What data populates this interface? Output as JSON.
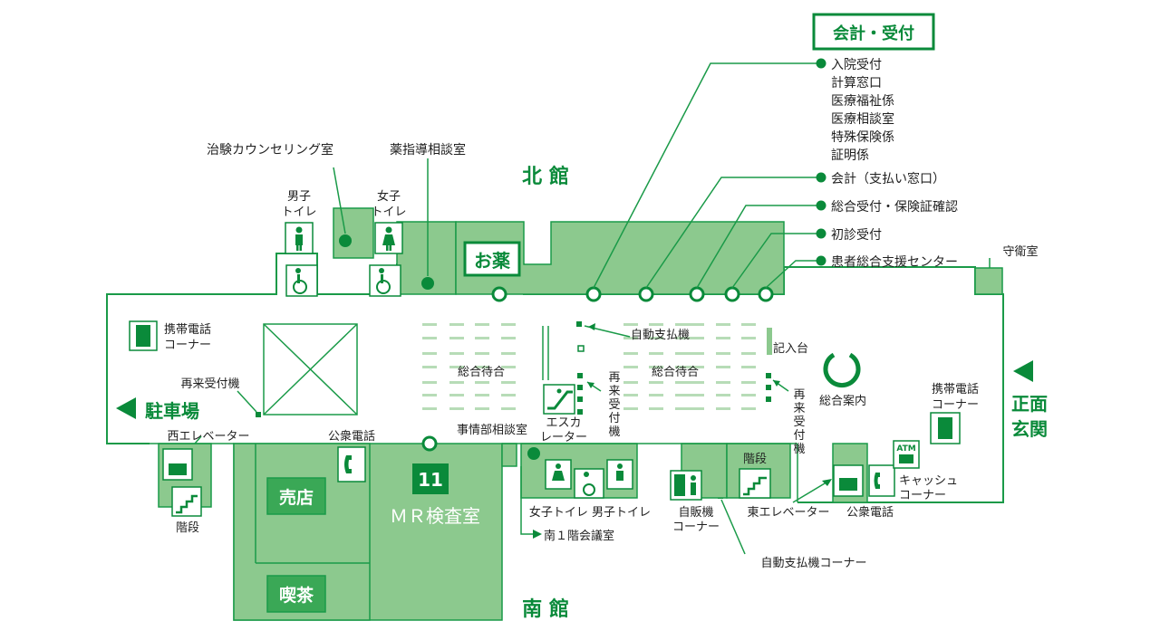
{
  "title_box": "会計・受付",
  "reception_list": {
    "group1": [
      "入院受付",
      "計算窓口",
      "医療福祉係",
      "医療相談室",
      "特殊保険係",
      "証明係"
    ],
    "kaikei": "会計（支払い窓口）",
    "sogo": "総合受付・保険証確認",
    "shoshin": "初診受付",
    "kanja": "患者総合支援センター"
  },
  "buildings": {
    "north": "北 館",
    "south": "南 館"
  },
  "rooms": {
    "chiken": "治験カウンセリング室",
    "yakushido": "薬指導相談室",
    "okusuri": "お薬",
    "shueishitsu": "守衛室",
    "baiten": "売店",
    "kissa": "喫茶",
    "mr_number": "11",
    "mr": "ＭＲ検査室",
    "jijobu": "事情部相談室",
    "minami_kaigi": "南１階会議室",
    "sogo_machiai": "総合待合",
    "kinyudai": "記入台",
    "sogo_annai": "総合案内",
    "shomen_1": "正面",
    "shomen_2": "玄関",
    "chushajo": "駐車場"
  },
  "labels": {
    "male_toilet_1": "男子",
    "male_toilet_2": "トイレ",
    "female_toilet_1": "女子",
    "female_toilet_2": "トイレ",
    "mobile_phone_1": "携帯電話",
    "mobile_phone_2": "コーナー",
    "sairai_left": "再来受付機",
    "sairai_vertical": "再来受付機",
    "nishi_ev": "西エレベーター",
    "kaidan": "階段",
    "koshu_denwa": "公衆電話",
    "jido_shiharai": "自動支払機",
    "esuka_1": "エスカ",
    "esuka_2": "レーター",
    "toilets_south": "女子トイレ 男子トイレ",
    "jihanki_1": "自販機",
    "jihanki_2": "コーナー",
    "higashi_ev": "東エレベーター",
    "cash_1": "キャッシュ",
    "cash_2": "コーナー",
    "atm": "ATM",
    "jido_corner": "自動支払機コーナー"
  },
  "colors": {
    "accent": "#0a8a3a",
    "room": "#8cc98e",
    "room_dark": "#3aa856",
    "wall": "#1a9a48"
  },
  "icons": [
    "male-toilet-icon",
    "female-toilet-icon",
    "wheelchair-icon",
    "elevator-icon",
    "stairs-icon",
    "escalator-icon",
    "phone-icon",
    "mobile-phone-icon",
    "atm-icon",
    "vending-machine-icon",
    "arrow-left-icon"
  ]
}
